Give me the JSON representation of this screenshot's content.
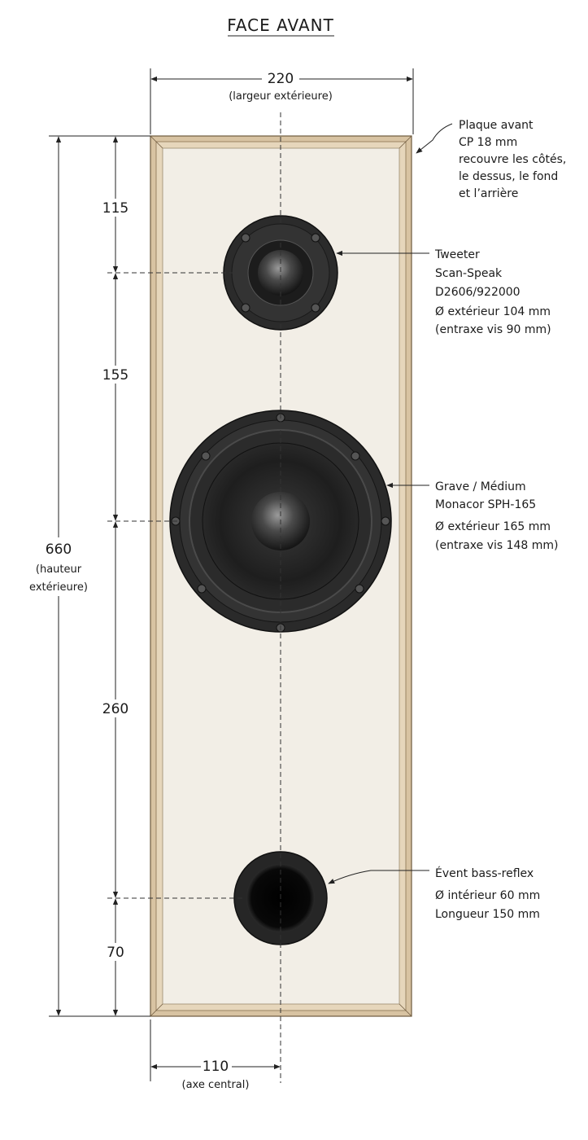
{
  "title": "FACE AVANT",
  "width_dim": {
    "value": "220",
    "caption": "(largeur extérieure)"
  },
  "height_dim": {
    "value": "660",
    "caption_line1": "(hauteur",
    "caption_line2": "extérieure)"
  },
  "vertical_segments": [
    "115",
    "155",
    "260",
    "70"
  ],
  "center_dim": {
    "value": "110",
    "caption": "(axe central)"
  },
  "annotations": {
    "plate": [
      "Plaque avant",
      "CP 18 mm",
      "recouvre les côtés,",
      "le dessus, le fond",
      "et l’arrière"
    ],
    "tweeter": [
      "Tweeter",
      "Scan-Speak",
      "D2606/922000",
      "Ø extérieur 104 mm",
      "(entraxe vis 90 mm)"
    ],
    "woofer": [
      "Grave / Médium",
      "Monacor SPH-165",
      "Ø extérieur 165 mm",
      "(entraxe vis 148 mm)"
    ],
    "port": [
      "Évent bass-reflex",
      "Ø intérieur 60 mm",
      "Longueur 150 mm"
    ]
  },
  "colors": {
    "panel": "#f2eee6",
    "wood_edge": "#d8c3a2",
    "driver_dark": "#262626",
    "driver_mid": "#3d3d3d"
  }
}
